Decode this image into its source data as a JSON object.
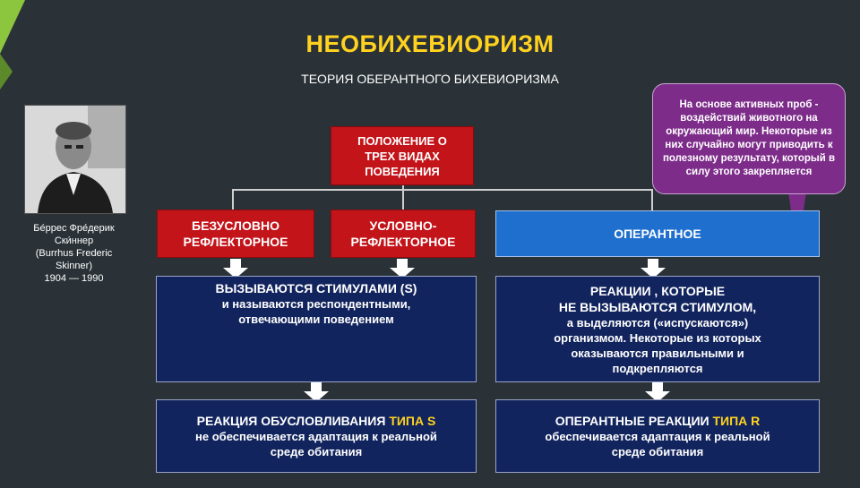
{
  "title": "НЕОБИХЕВИОРИЗМ",
  "subtitle": "ТЕОРИЯ ОБЕРАНТНОГО БИХЕВИОРИЗМА",
  "portrait": {
    "caption_lines": [
      "Бе́ррес Фре́дерик",
      "Ски́ннер",
      "(Burrhus Frederic",
      "Skinner)",
      "1904 — 1990"
    ]
  },
  "bubble": {
    "text": "На основе активных проб - воздействий животного на окружающий мир. Некоторые из них случайно могут приводить к полезному результату, который в силу этого закрепляется",
    "color": "#7d2c8a"
  },
  "top_box": {
    "lines": [
      "ПОЛОЖЕНИЕ О",
      "ТРЕХ ВИДАХ",
      "ПОВЕДЕНИЯ"
    ]
  },
  "types": {
    "unconditioned": [
      "БЕЗУСЛОВНО",
      "РЕФЛЕКТОРНОЕ"
    ],
    "conditioned": [
      "УСЛОВНО-",
      "РЕФЛЕКТОРНОЕ"
    ],
    "operant": "ОПЕРАНТНОЕ"
  },
  "stimuli_box": {
    "line1": "ВЫЗЫВАЮТСЯ СТИМУЛАМИ (S)",
    "line2": "и называются респондентными,",
    "line3": "отвечающими поведением"
  },
  "operant_box": {
    "line1": "РЕАКЦИИ , КОТОРЫЕ",
    "line2": "НЕ ВЫЗЫВАЮТСЯ СТИМУЛОМ,",
    "line3": "а выделяются («испускаются»)",
    "line4": "организмом. Некоторые из которых",
    "line5": "оказываются правильными и",
    "line6": "подкрепляются"
  },
  "type_s_box": {
    "prefix": "РЕАКЦИЯ ОБУСЛОВЛИВАНИЯ ",
    "highlight": "ТИПА S",
    "line2": "не обеспечивается адаптация к реальной",
    "line3": "среде обитания"
  },
  "type_r_box": {
    "prefix": "ОПЕРАНТНЫЕ РЕАКЦИИ ",
    "highlight": "ТИПА R",
    "line2": "обеспечивается адаптация к реальной",
    "line3": "среде обитания"
  },
  "colors": {
    "background": "#2a3237",
    "accent_green": "#8cc63f",
    "title_yellow": "#ffd21f",
    "red": "#c3141a",
    "navy": "#12245e",
    "blue": "#1f6fce"
  }
}
